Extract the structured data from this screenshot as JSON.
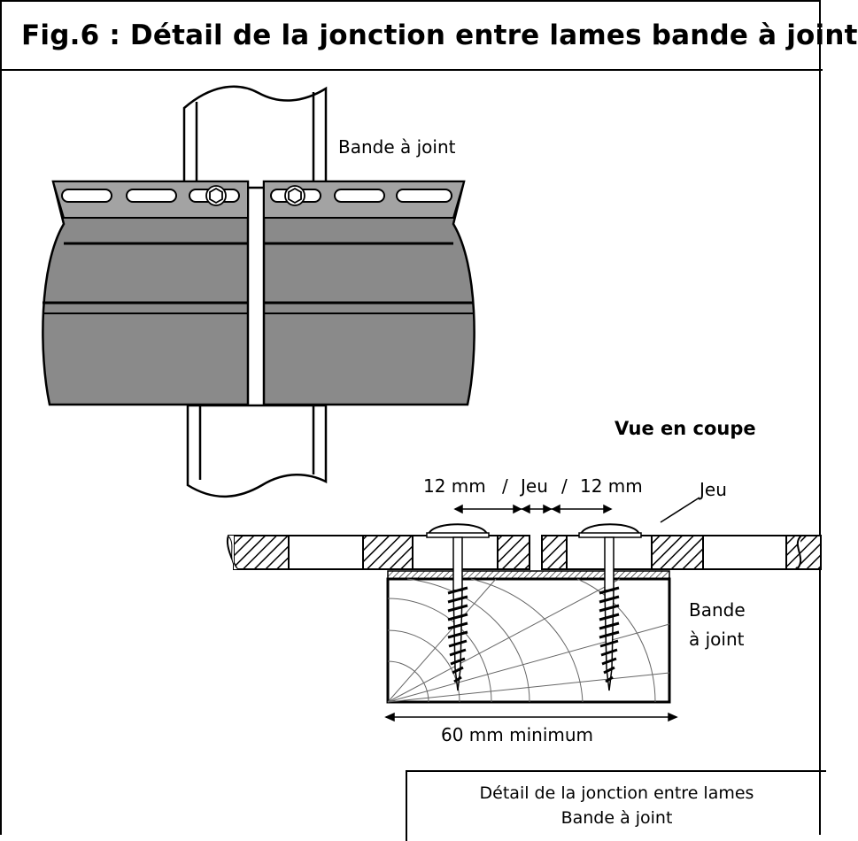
{
  "title": "Fig.6 : Détail de la jonction entre lames bande à joint",
  "labels": {
    "bande_a_joint_top": "Bande à joint",
    "vue_en_coupe": "Vue en coupe",
    "dim_12mm_left": "12 mm",
    "slash_1": "/",
    "jeu_center": "Jeu",
    "slash_2": "/",
    "dim_12mm_right": "12 mm",
    "jeu_callout": "Jeu",
    "bande_line1": "Bande",
    "bande_line2": "à joint",
    "dim_60mm": "60 mm minimum"
  },
  "caption": {
    "line1": "Détail de la jonction entre lames",
    "line2": "Bande à joint"
  },
  "colors": {
    "slat_fill": "#8a8a8a",
    "slat_light": "#a3a3a3",
    "line": "#000000",
    "background": "#ffffff"
  }
}
